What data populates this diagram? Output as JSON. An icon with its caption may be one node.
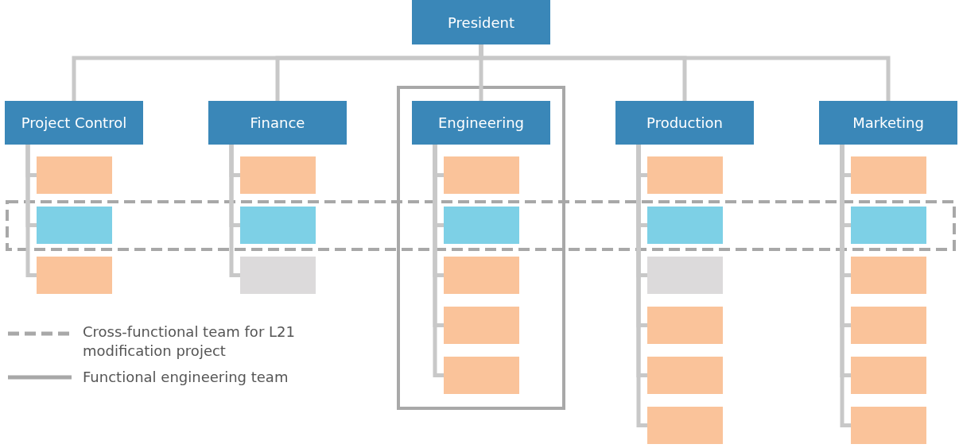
{
  "diagram": {
    "nodes": [
      {
        "text": [
          "President"
        ]
      },
      {
        "text": [
          "Project Control"
        ]
      },
      {
        "text": [
          "Finance"
        ]
      },
      {
        "text": [
          "Engineering"
        ]
      },
      {
        "text": [
          "Production"
        ]
      },
      {
        "text": [
          "Marketing"
        ]
      },
      {
        "text": [],
        "shape": "box"
      },
      {
        "text": [],
        "shape": "box"
      },
      {
        "text": [],
        "shape": "box"
      },
      {
        "text": [],
        "shape": "box"
      },
      {
        "text": [],
        "shape": "box"
      },
      {
        "text": [],
        "shape": "box"
      },
      {
        "text": [],
        "shape": "box"
      },
      {
        "text": [],
        "shape": "box"
      },
      {
        "text": [],
        "shape": "box"
      },
      {
        "text": [],
        "shape": "box"
      },
      {
        "text": [],
        "shape": "box"
      },
      {
        "text": [],
        "shape": "box"
      },
      {
        "text": [],
        "shape": "box"
      },
      {
        "text": [],
        "shape": "box"
      },
      {
        "text": [],
        "shape": "box"
      },
      {
        "text": [],
        "shape": "box"
      },
      {
        "text": [],
        "shape": "box"
      },
      {
        "text": [],
        "shape": "box"
      },
      {
        "text": [],
        "shape": "box"
      },
      {
        "text": [],
        "shape": "box"
      },
      {
        "text": [],
        "shape": "box"
      },
      {
        "text": [],
        "shape": "box"
      },
      {
        "text": [],
        "shape": "box"
      }
    ],
    "edges": [
      {
        "from": 0,
        "to": 1,
        "arrow": "none"
      },
      {
        "from": 0,
        "to": 2,
        "arrow": "none"
      },
      {
        "from": 0,
        "to": 3,
        "arrow": "none"
      },
      {
        "from": 0,
        "to": 4,
        "arrow": "none"
      },
      {
        "from": 0,
        "to": 5,
        "arrow": "none"
      },
      {
        "from": 1,
        "to": 6,
        "arrow": "none"
      },
      {
        "from": 1,
        "to": 7,
        "arrow": "none"
      },
      {
        "from": 1,
        "to": 8,
        "arrow": "none"
      },
      {
        "from": 2,
        "to": 9,
        "arrow": "none"
      },
      {
        "from": 2,
        "to": 10,
        "arrow": "none"
      },
      {
        "from": 2,
        "to": 11,
        "arrow": "none"
      },
      {
        "from": 3,
        "to": 12,
        "arrow": "none"
      },
      {
        "from": 3,
        "to": 13,
        "arrow": "none"
      },
      {
        "from": 3,
        "to": 14,
        "arrow": "none"
      },
      {
        "from": 3,
        "to": 15,
        "arrow": "none"
      },
      {
        "from": 3,
        "to": 16,
        "arrow": "none"
      },
      {
        "from": 4,
        "to": 17,
        "arrow": "none"
      },
      {
        "from": 4,
        "to": 18,
        "arrow": "none"
      },
      {
        "from": 4,
        "to": 19,
        "arrow": "none"
      },
      {
        "from": 4,
        "to": 20,
        "arrow": "none"
      },
      {
        "from": 4,
        "to": 21,
        "arrow": "none"
      },
      {
        "from": 4,
        "to": 22,
        "arrow": "none"
      },
      {
        "from": 5,
        "to": 23,
        "arrow": "none"
      },
      {
        "from": 5,
        "to": 24,
        "arrow": "none"
      },
      {
        "from": 5,
        "to": 25,
        "arrow": "none"
      },
      {
        "from": 5,
        "to": 26,
        "arrow": "none"
      },
      {
        "from": 5,
        "to": 27,
        "arrow": "none"
      },
      {
        "from": 5,
        "to": 28,
        "arrow": "none"
      }
    ],
    "legend": [
      {
        "text": "Cross-functional team for L21 modification project"
      },
      {
        "text": "Functional engineering team"
      }
    ]
  }
}
